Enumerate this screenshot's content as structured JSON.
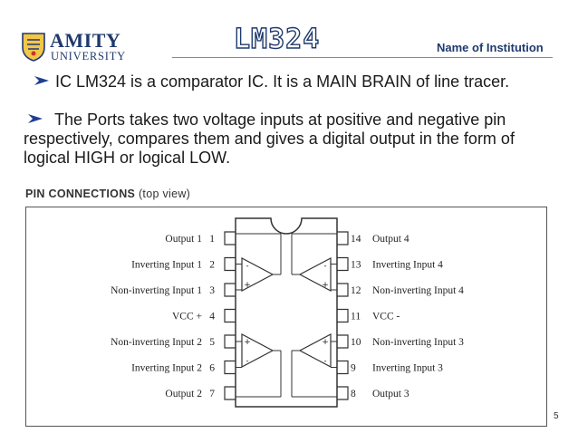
{
  "header": {
    "logo_name": "AMITY",
    "logo_sub": "UNIVERSITY",
    "title": "LM324",
    "institution": "Name of Institution"
  },
  "bullets": [
    "IC LM324 is a comparator IC. It is a MAIN BRAIN of line tracer.",
    "The Ports takes two voltage inputs at positive and negative pin respectively, compares them and gives a digital output in the form of logical HIGH or logical LOW."
  ],
  "diagram": {
    "heading": "PIN CONNECTIONS",
    "heading_note": "(top view)",
    "left_pins": [
      {
        "label": "Output 1",
        "num": "1"
      },
      {
        "label": "Inverting Input 1",
        "num": "2"
      },
      {
        "label": "Non-inverting Input 1",
        "num": "3"
      },
      {
        "label": "VCC +",
        "num": "4"
      },
      {
        "label": "Non-inverting Input 2",
        "num": "5"
      },
      {
        "label": "Inverting Input 2",
        "num": "6"
      },
      {
        "label": "Output 2",
        "num": "7"
      }
    ],
    "right_pins": [
      {
        "label": "Output 4",
        "num": "14"
      },
      {
        "label": "Inverting Input 4",
        "num": "13"
      },
      {
        "label": "Non-inverting Input 4",
        "num": "12"
      },
      {
        "label": "VCC -",
        "num": "11"
      },
      {
        "label": "Non-inverting Input 3",
        "num": "10"
      },
      {
        "label": "Inverting Input 3",
        "num": "9"
      },
      {
        "label": "Output 3",
        "num": "8"
      }
    ],
    "opamp_minus": "-",
    "opamp_plus": "+"
  },
  "page_number": "5",
  "colors": {
    "brand": "#1f3a6e",
    "arrow_blue": "#1f3f8f",
    "frame": "#555555"
  }
}
